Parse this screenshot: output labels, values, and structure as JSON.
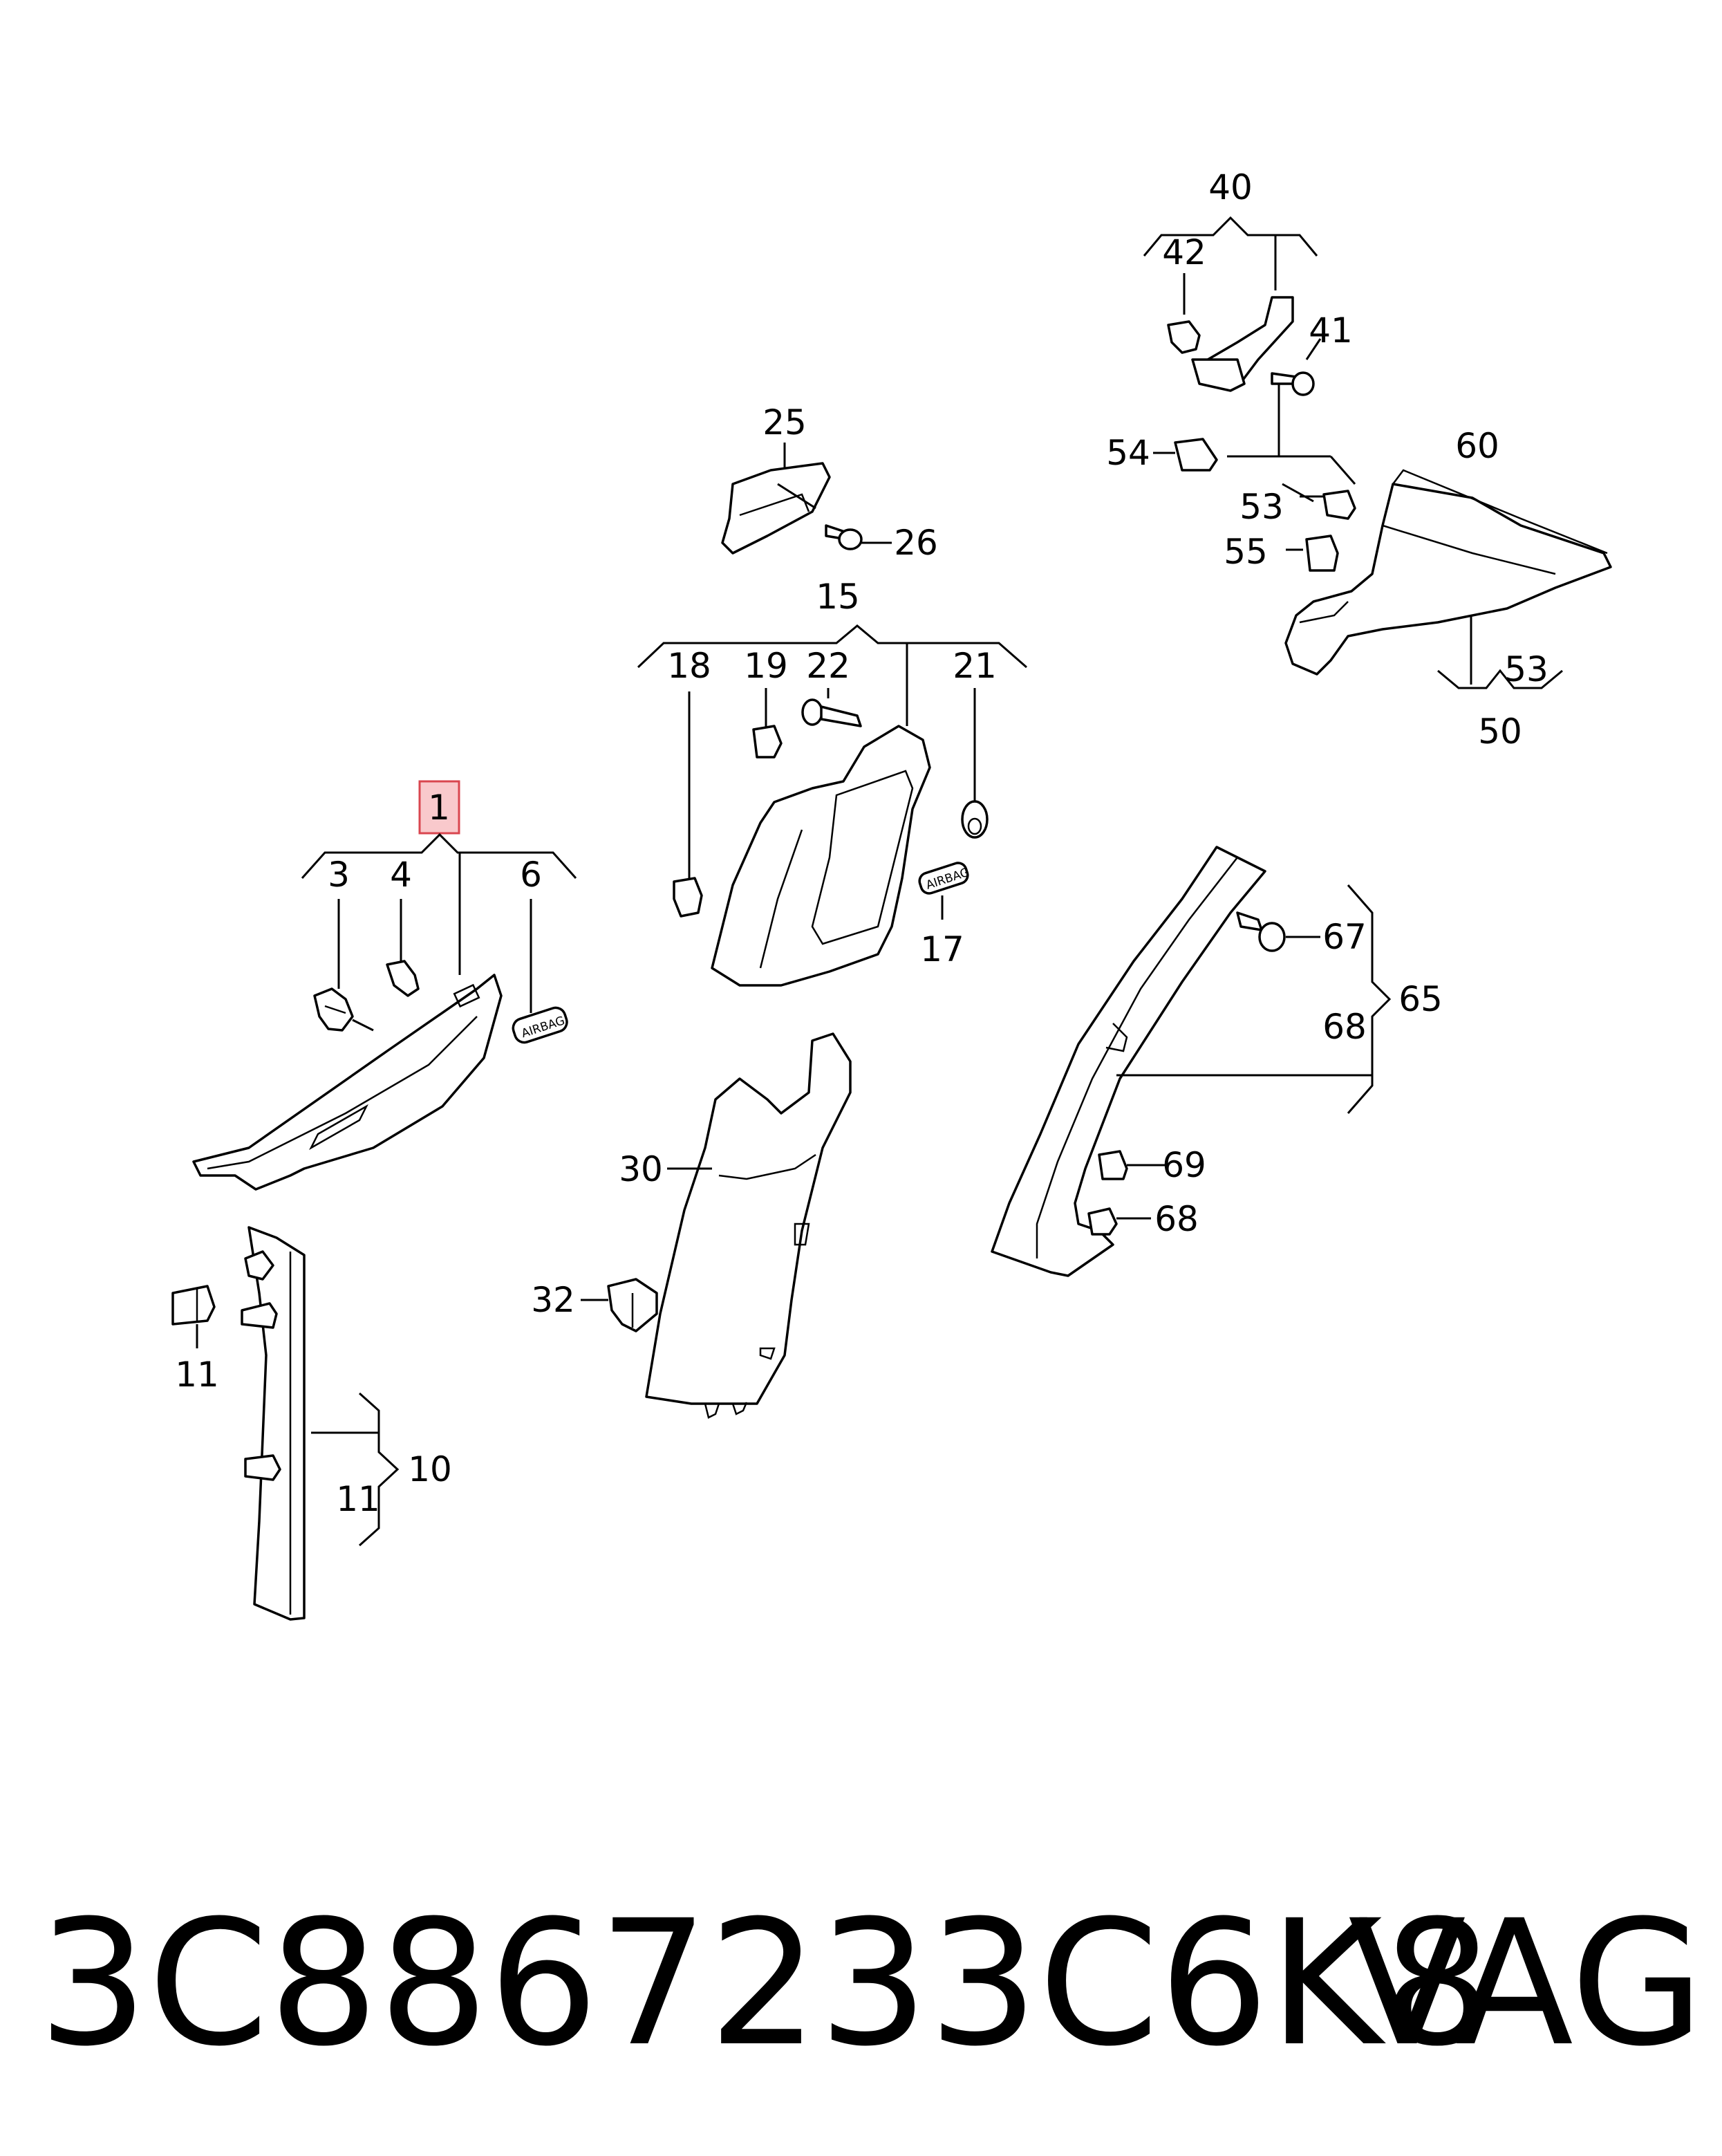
{
  "diagram": {
    "highlight_color": "#f9c9cc",
    "highlight_border": "#d9464f",
    "callouts": [
      {
        "id": "c1",
        "label": "1",
        "highlight": true
      },
      {
        "id": "c3",
        "label": "3"
      },
      {
        "id": "c4",
        "label": "4"
      },
      {
        "id": "c6",
        "label": "6"
      },
      {
        "id": "c10",
        "label": "10"
      },
      {
        "id": "c11a",
        "label": "11"
      },
      {
        "id": "c11b",
        "label": "11"
      },
      {
        "id": "c15",
        "label": "15"
      },
      {
        "id": "c17",
        "label": "17"
      },
      {
        "id": "c18",
        "label": "18"
      },
      {
        "id": "c19",
        "label": "19"
      },
      {
        "id": "c21",
        "label": "21"
      },
      {
        "id": "c22",
        "label": "22"
      },
      {
        "id": "c25",
        "label": "25"
      },
      {
        "id": "c26",
        "label": "26"
      },
      {
        "id": "c30",
        "label": "30"
      },
      {
        "id": "c32",
        "label": "32"
      },
      {
        "id": "c40",
        "label": "40"
      },
      {
        "id": "c41",
        "label": "41"
      },
      {
        "id": "c42",
        "label": "42"
      },
      {
        "id": "c50",
        "label": "50"
      },
      {
        "id": "c53a",
        "label": "53"
      },
      {
        "id": "c53b",
        "label": "53"
      },
      {
        "id": "c54",
        "label": "54"
      },
      {
        "id": "c55",
        "label": "55"
      },
      {
        "id": "c60",
        "label": "60"
      },
      {
        "id": "c65",
        "label": "65"
      },
      {
        "id": "c67",
        "label": "67"
      },
      {
        "id": "c68a",
        "label": "68"
      },
      {
        "id": "c68b",
        "label": "68"
      },
      {
        "id": "c69",
        "label": "69"
      }
    ],
    "airbag_label": "AIRBAG"
  },
  "footer": {
    "part_number": "3C8867233C6K8",
    "brand": "VAG"
  }
}
